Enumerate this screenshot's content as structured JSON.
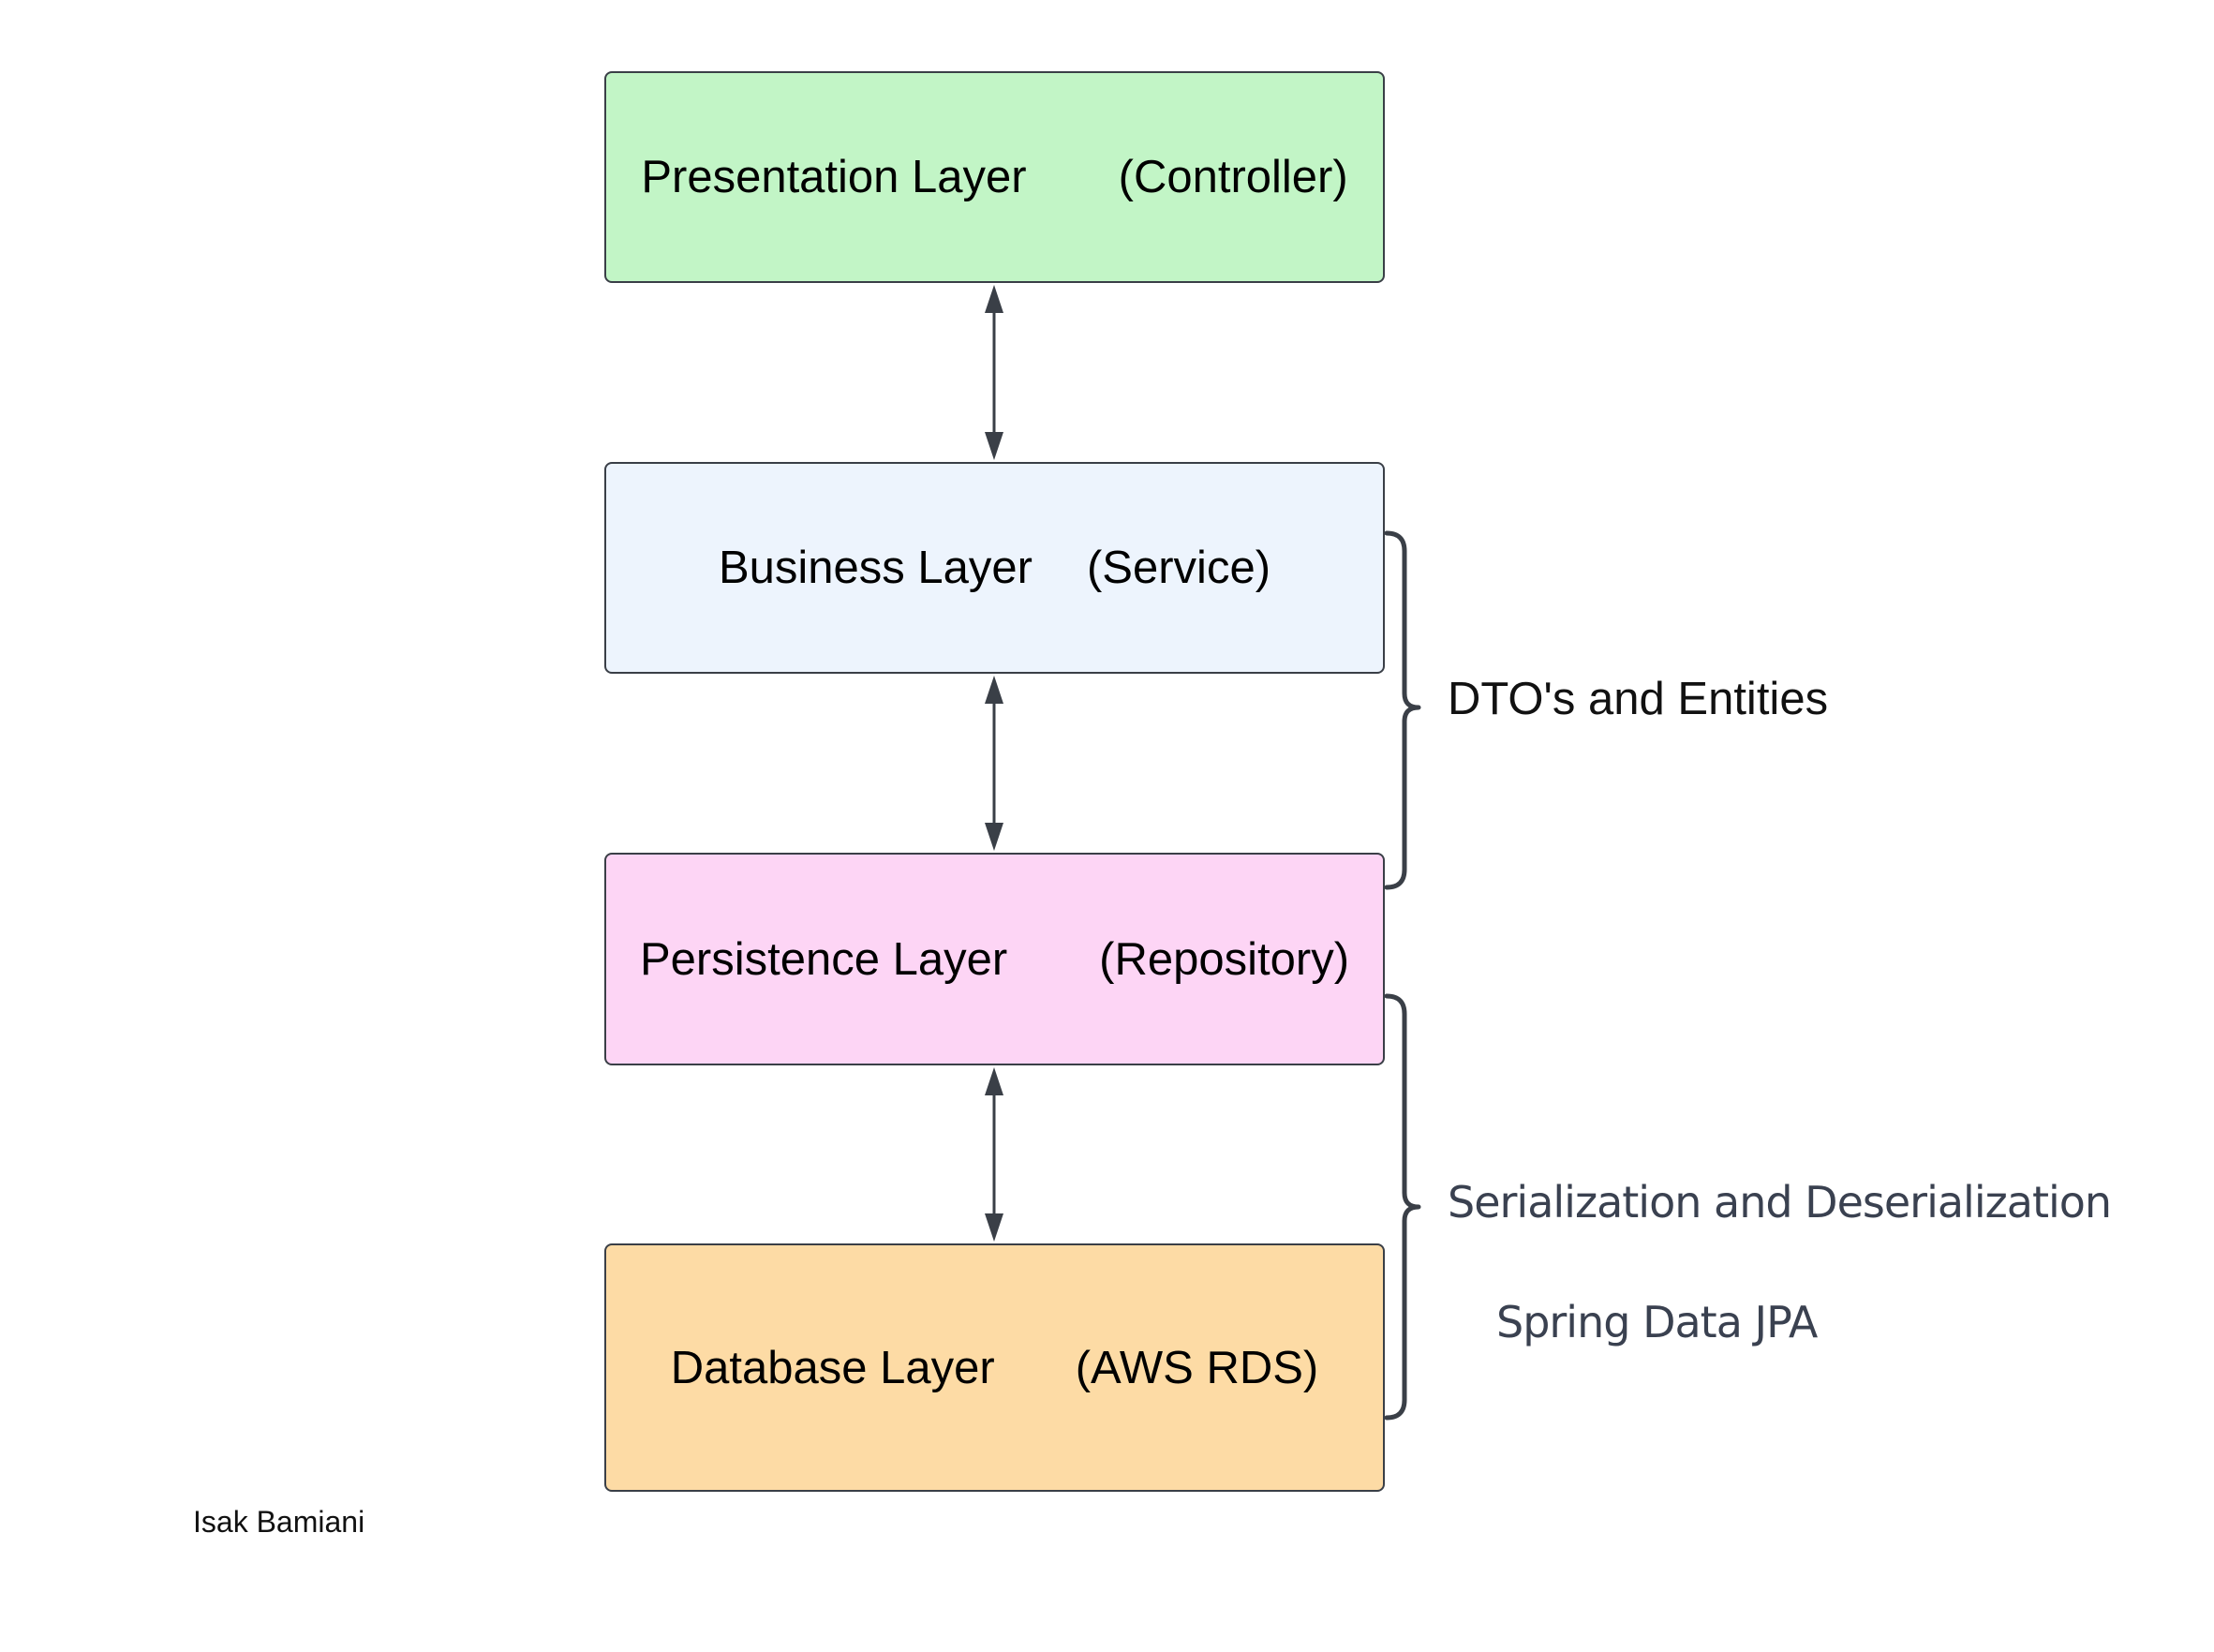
{
  "layers": [
    {
      "id": "presentation",
      "name": "Presentation Layer",
      "role": "(Controller)",
      "fill": "#c2f5c6"
    },
    {
      "id": "business",
      "name": "Business Layer",
      "role": "(Service)",
      "fill": "#edf4fd"
    },
    {
      "id": "persistence",
      "name": "Persistence Layer",
      "role": "(Repository)",
      "fill": "#fdd5f5"
    },
    {
      "id": "database",
      "name": "Database Layer",
      "role": "(AWS RDS)",
      "fill": "#fddba5"
    }
  ],
  "annotations": {
    "dto": "DTO's and Entities",
    "serialization": "Serialization and Deserialization",
    "jpa": "Spring Data JPA"
  },
  "author": "Isak Bamiani",
  "colors": {
    "stroke": "#3a3f47",
    "annotation_text": "#3a4150"
  }
}
